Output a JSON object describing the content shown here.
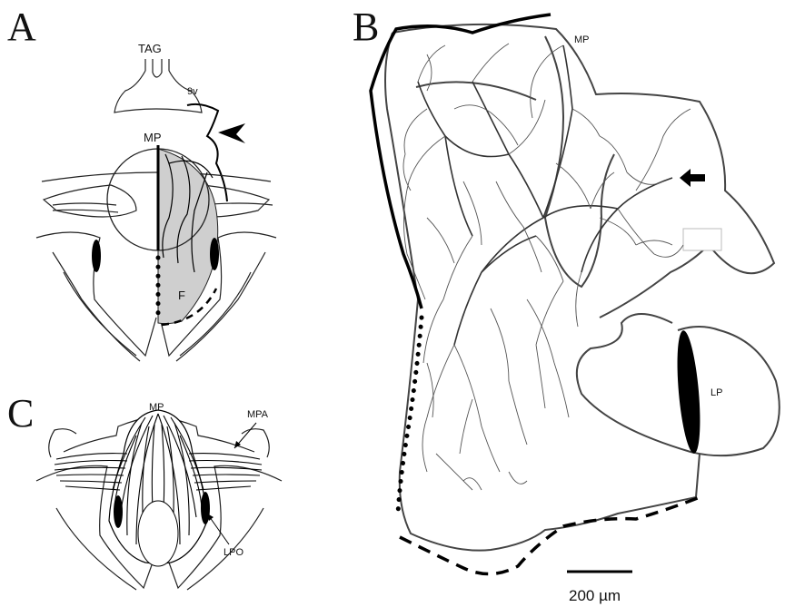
{
  "figure": {
    "panel_a": {
      "letter": "A",
      "labels": {
        "tag": "TAG",
        "nerve": "9v",
        "mp": "MP",
        "f": "F"
      }
    },
    "panel_b": {
      "letter": "B",
      "labels": {
        "mp": "MP",
        "lp": "LP"
      },
      "scale_bar": {
        "value": 200,
        "label": "200 µm"
      }
    },
    "panel_c": {
      "letter": "C",
      "labels": {
        "mp": "MP",
        "mpa": "MPA",
        "lpo": "LPO"
      }
    }
  }
}
